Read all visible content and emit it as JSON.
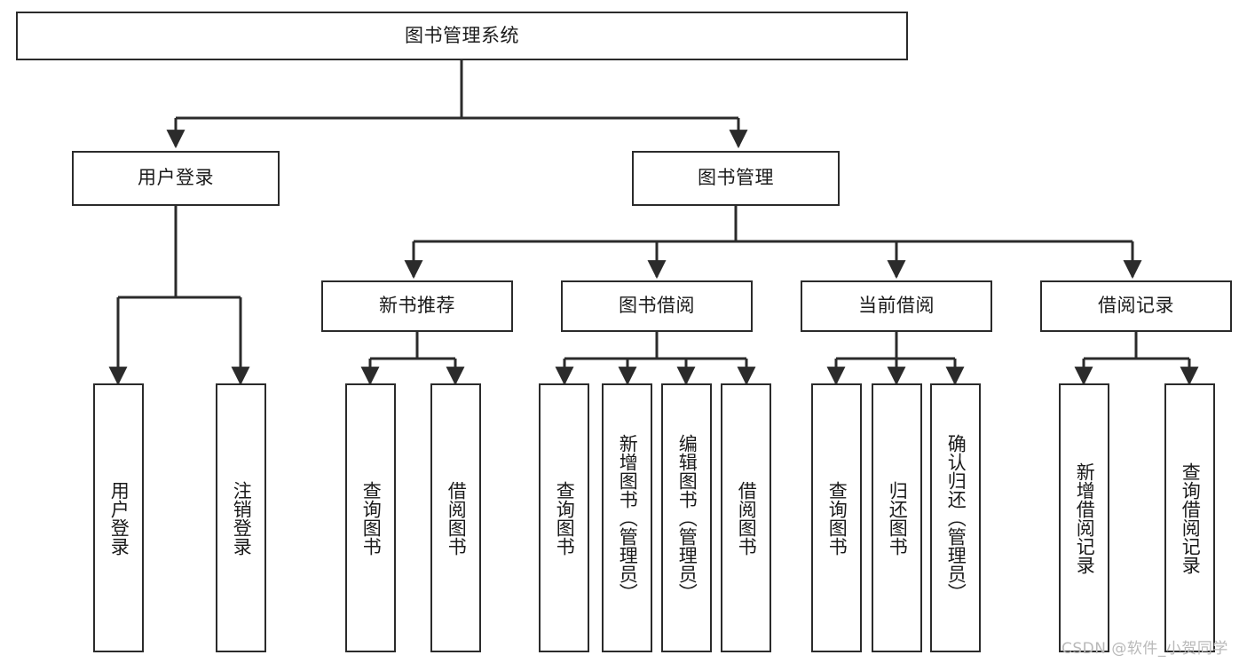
{
  "diagram": {
    "title": "图书管理系统",
    "type": "hierarchical-tree",
    "stroke_color": "#2b2b2b",
    "fill_color": "#ffffff",
    "text_color": "#1a1a1a",
    "watermark": "CSDN @软件_小贺同学",
    "watermark_color": "#b9b9b9"
  },
  "nodes": {
    "root": {
      "label": "图书管理系统"
    },
    "level1": [
      {
        "label": "用户登录"
      },
      {
        "label": "图书管理"
      }
    ],
    "level2": [
      {
        "label": "新书推荐"
      },
      {
        "label": "图书借阅"
      },
      {
        "label": "当前借阅"
      },
      {
        "label": "借阅记录"
      }
    ],
    "leaves": {
      "user_login": [
        {
          "label": "用户登录"
        },
        {
          "label": "注销登录"
        }
      ],
      "new_book": [
        {
          "label": "查询图书"
        },
        {
          "label": "借阅图书"
        }
      ],
      "book_borrow": [
        {
          "label": "查询图书"
        },
        {
          "label": "新增图书（管理员）"
        },
        {
          "label": "编辑图书（管理员）"
        },
        {
          "label": "借阅图书"
        }
      ],
      "current_borrow": [
        {
          "label": "查询图书"
        },
        {
          "label": "归还图书"
        },
        {
          "label": "确认归还（管理员）"
        }
      ],
      "borrow_record": [
        {
          "label": "新增借阅记录"
        },
        {
          "label": "查询借阅记录"
        }
      ]
    }
  }
}
